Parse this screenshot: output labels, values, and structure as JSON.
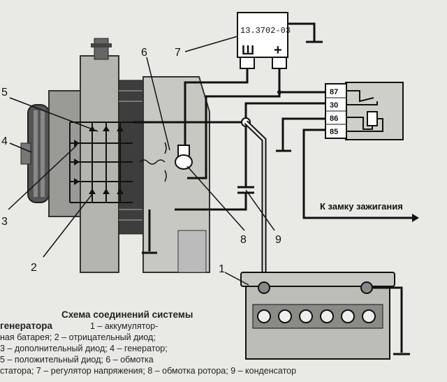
{
  "regulator": {
    "code": "13.3702-03",
    "terminal_sh": "Ш",
    "terminal_plus": "+"
  },
  "relay": {
    "pins": [
      "87",
      "30",
      "86",
      "85"
    ]
  },
  "ignition_label": "К замку зажигания",
  "callouts": {
    "n1": "1",
    "n2": "2",
    "n3": "3",
    "n4": "4",
    "n5": "5",
    "n6": "6",
    "n7": "7",
    "n8": "8",
    "n9": "9"
  },
  "caption": {
    "title": "Схема соединений системы",
    "line1_bold": "генератора",
    "line1_rest": "1 – аккумулятор-",
    "line2": "ная батарея; 2 – отрицательный диод;",
    "line3": "3 – дополнительный диод; 4 – генератор;",
    "line4": "5 – положительный диод; 6 – обмотка",
    "line5": "статора; 7 – регулятор напряжения; 8 – обмотка ротора; 9 – конденсатор"
  }
}
